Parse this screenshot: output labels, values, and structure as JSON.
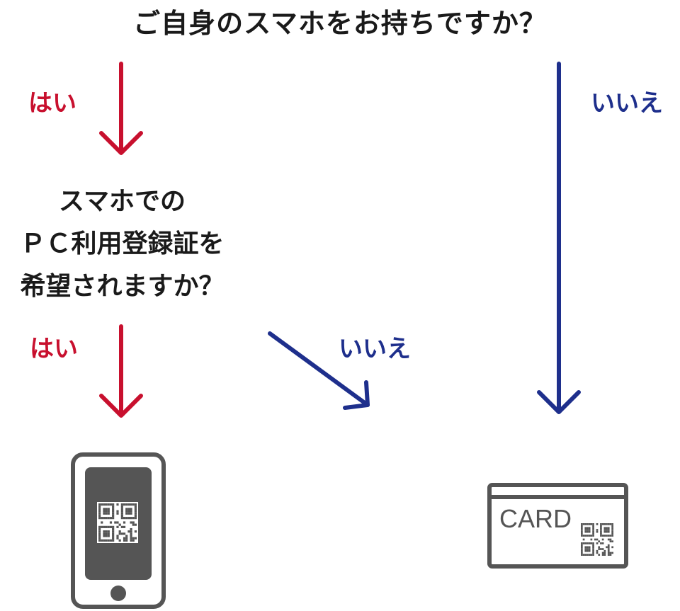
{
  "question_1": "ご自身のスマホをお持ちですか？",
  "answer_yes_1": "はい",
  "answer_no_1": "いいえ",
  "question_2": {
    "lines": [
      "スマホでの",
      "ＰＣ利用登録証を",
      "希望されますか？"
    ]
  },
  "answer_yes_2": "はい",
  "answer_no_2": "いいえ",
  "card": {
    "label": "CARD"
  },
  "colors": {
    "yes": "#c8102e",
    "no": "#1e2f8c",
    "icon": "#555555"
  },
  "icons": [
    "smartphone-qr-icon",
    "card-qr-icon"
  ]
}
